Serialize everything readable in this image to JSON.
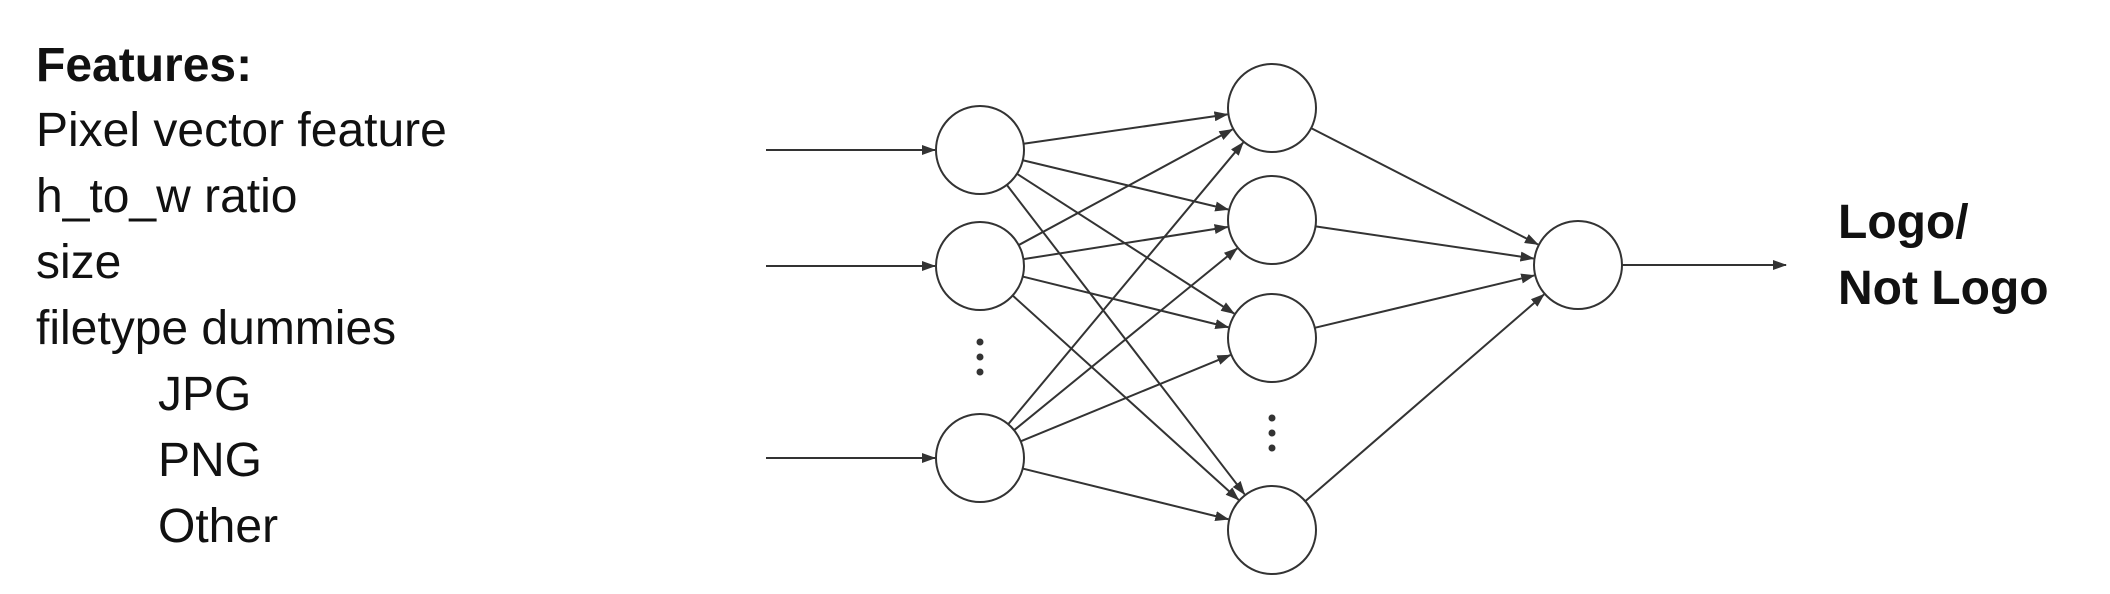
{
  "features": {
    "title": "Features:",
    "items": [
      "Pixel vector feature",
      "h_to_w ratio",
      "size",
      "filetype dummies"
    ],
    "sub_items": [
      "JPG",
      "PNG",
      "Other"
    ]
  },
  "network": {
    "input_nodes": 3,
    "hidden_nodes": 4,
    "output_nodes": 1,
    "input_has_ellipsis": true,
    "hidden_has_ellipsis": true
  },
  "output": {
    "line1": "Logo/",
    "line2": "Not Logo"
  },
  "colors": {
    "stroke": "#333333",
    "text": "#111111"
  }
}
